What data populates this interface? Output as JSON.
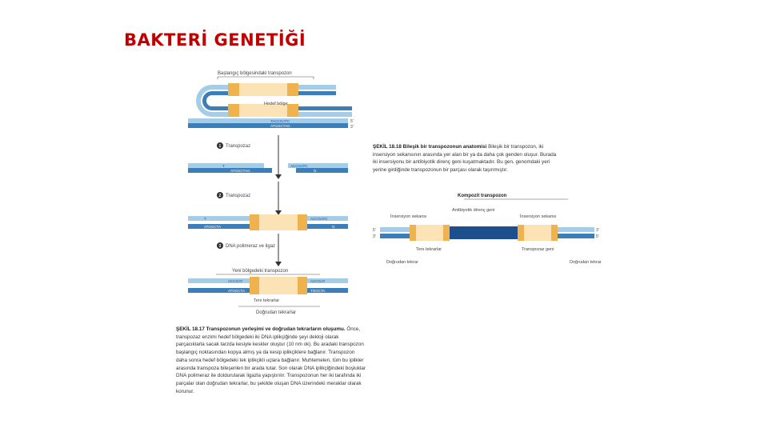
{
  "slide": {
    "title": "BAKTERİ GENETİĞİ"
  },
  "fig17": {
    "top_label": "Başlangıç bölgesindaki transpozon",
    "target_label": "Hedef bölge",
    "target_seq_top": "TACCGATC",
    "target_seq_bottom": "ATGGCTAG",
    "step1_label": "Transpozaz",
    "step2_label": "Transpozaz",
    "step3_label": "DNA polimeraz ve ligaz",
    "cut_left_top": "T",
    "cut_left_bottom": "ATGGCTAG",
    "cut_right_top": "ACCGATC",
    "cut_right_bottom": "G",
    "ins_left_top": "T",
    "ins_left_bottom": "ATGGCTA",
    "ins_right_top": "ACCGATC",
    "ins_right_bottom": "G",
    "new_site_label": "Yeni bölgedeki transpozon",
    "final_left_top": "ACCGAT",
    "final_left_bottom": "ATGGCTA",
    "final_right_top": "ACCGAT",
    "final_right_bottom": "TGGCTA",
    "ir_label": "Ters tekrarlar",
    "dr_label": "Doğrudan tekrarlar",
    "strand_5": "5'",
    "strand_3": "3'",
    "caption_title": "ŞEKİL 18.17 Transpozonun yerleşimi ve doğrudan tekrarların oluşumu.",
    "caption_body": "Önce, transpozaz enzimi hedef bölgedeki iki DNA iplikçiğinde şeyi dekloji olarak parçacıklarla sacak tarzda kesiyle keskler oluştur (10 nm ok). Bu aradaki transpozon başlangıç noktasından kopya almış ya da kesip iplikçiklere bağlanır. Transpozon daha sonra hedef bölgedeki tek iplikçikli uçlara bağlanır. Muhtemelen, tüm bu iplikler arasında transpoza bileşenleri bir arada tutar. Son olarak DNA iplikçiğindeki boşluklar DNA polimeraz ile doldurularak ligazla yapıştırılır. Transpozonun her iki tarafında iki parçalar olan doğrudan tekrarlar, bu şekilde oluşan DNA üzerindeki meraklar olarak korunur."
  },
  "fig18": {
    "caption_title": "ŞEKİL 18.18 Bileşik bir transpozonun anatomisi",
    "caption_body": "Bileşik bir transpozon, iki insersiyon sekansının arasında yer alan bir ya da daha çok genden oluşur. Burada iki insersiyonu bir antibiyotik direnç geni kuşatmaktadır. Bu gen, genomdaki yeri yerine girdiğinde transpozonun bir parçası olarak taşınmıştır.",
    "header": "Kompozit transpozon",
    "label_is_left": "İnsersiyon sekansı",
    "label_antibiotic": "Antibiyotik direnç geni",
    "label_is_right": "İnsersiyon sekansı",
    "label_ir_left": "Ters tekrarlar",
    "label_dr_left": "Doğrudan tekrar",
    "label_transposase": "Transpozaz geni",
    "label_dr_right": "Doğrudan tekrar",
    "strand_5": "5'",
    "strand_3": "3'"
  },
  "colors": {
    "title": "#c00000",
    "dna_light": "#a6cde8",
    "dna_dark": "#3b7fba",
    "transposon_light": "#fbe3b5",
    "transposon_orange": "#f0b24c",
    "antibiotic_blue": "#1d4f8c"
  }
}
